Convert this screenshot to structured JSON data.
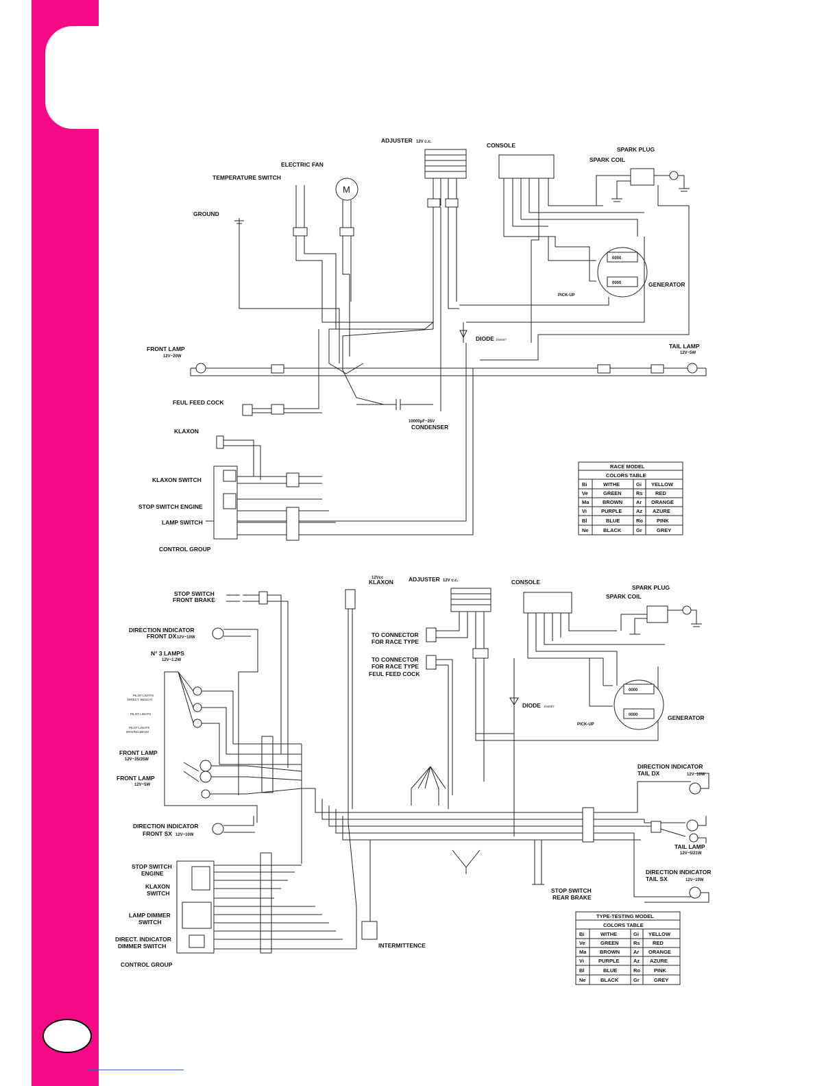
{
  "colors": {
    "band": "#f50a86",
    "ink": "#222222"
  },
  "top": {
    "adjuster": "ADJUSTER",
    "adjuster_spec": "12V c.c.",
    "console": "CONSOLE",
    "spark_plug": "SPARK PLUG",
    "spark_coil": "SPARK COIL",
    "electric_fan": "ELECTRIC FAN",
    "fan_symbol": "M",
    "temperature_switch": "TEMPERATURE SWITCH",
    "ground": "GROUND",
    "generator": "GENERATOR",
    "pickup": "PICK-UP",
    "diode": "DIODE",
    "diode_spec": "1N4007",
    "front_lamp": "FRONT LAMP",
    "front_lamp_spec": "12V~20W",
    "tail_lamp": "TAIL LAMP",
    "tail_lamp_spec": "12V~5W",
    "fuel_feed_cock": "FEUL FEED COCK",
    "condenser": "CONDENSER",
    "condenser_spec": "10000μF~25V",
    "klaxon": "KLAXON",
    "klaxon_switch": "KLAXON SWITCH",
    "stop_switch_engine": "STOP SWITCH ENGINE",
    "lamp_switch": "LAMP SWITCH",
    "control_group": "CONTROL GROUP"
  },
  "bottom": {
    "stop_switch_front_brake_1": "STOP SWITCH",
    "stop_switch_front_brake_2": "FRONT BRAKE",
    "klaxon_spec": "12Vcc",
    "klaxon": "KLAXON",
    "adjuster": "ADJUSTER",
    "adjuster_spec": "12V c.c.",
    "console": "CONSOLE",
    "spark_plug": "SPARK PLUG",
    "spark_coil": "SPARK COIL",
    "dir_front_dx_1": "DIRECTION INDICATOR",
    "dir_front_dx_2": "FRONT DX",
    "dir_front_dx_spec": "12V~10W",
    "to_connector_1": "TO CONNECTOR",
    "to_connector_2": "FOR RACE TYPE",
    "to_connector_b1": "TO CONNECTOR",
    "to_connector_b2": "FOR RACE TYPE",
    "to_connector_b3": "FEUL FEED COCK",
    "n3_lamps": "N° 3 LAMPS",
    "n3_lamps_spec": "12V~1.2W",
    "pilot_dir_1": "PILOT LIGHTS",
    "pilot_dir_2": "DIRECT. INDICAT.",
    "pilot": "PILOT LIGHTS",
    "pilot_drv_1": "PILOT LIGHTS",
    "pilot_drv_2": "DRIVING BEAM",
    "diode": "DIODE",
    "diode_spec": "1N4007",
    "pickup": "PICK-UP",
    "generator": "GENERATOR",
    "front_lamp_a": "FRONT LAMP",
    "front_lamp_a_spec": "12V~35/35W",
    "front_lamp_b": "FRONT LAMP",
    "front_lamp_b_spec": "12V~5W",
    "dir_tail_dx_1": "DIRECTION INDICATOR",
    "dir_tail_dx_2": "TAIL DX",
    "dir_tail_dx_spec": "12V~10W",
    "tail_lamp": "TAIL LAMP",
    "tail_lamp_spec": "12V~5/21W",
    "dir_front_sx_1": "DIRECTION INDICATOR",
    "dir_front_sx_2": "FRONT SX",
    "dir_front_sx_spec": "12V~10W",
    "dir_tail_sx_1": "DIRECTION INDICATOR",
    "dir_tail_sx_2": "TAIL SX",
    "dir_tail_sx_spec": "12V~10W",
    "stop_switch_engine_1": "STOP SWITCH",
    "stop_switch_engine_2": "ENGINE",
    "klaxon_switch_1": "KLAXON",
    "klaxon_switch_2": "SWITCH",
    "lamp_dimmer_1": "LAMP DIMMER",
    "lamp_dimmer_2": "SWITCH",
    "dir_dimmer_1": "DIRECT. INDICATOR",
    "dir_dimmer_2": "DIMMER SWITCH",
    "control_group": "CONTROL GROUP",
    "stop_rear_1": "STOP SWITCH",
    "stop_rear_2": "REAR BRAKE",
    "intermittence": "INTERMITTENCE"
  },
  "race_table": {
    "title": "RACE MODEL",
    "subtitle": "COLORS TABLE",
    "rows": [
      [
        "Bi",
        "WITHE",
        "Gi",
        "YELLOW"
      ],
      [
        "Ve",
        "GREEN",
        "Rs",
        "RED"
      ],
      [
        "Ma",
        "BROWN",
        "Ar",
        "ORANGE"
      ],
      [
        "Vi",
        "PURPLE",
        "Az",
        "AZURE"
      ],
      [
        "Bl",
        "BLUE",
        "Ro",
        "PINK"
      ],
      [
        "Ne",
        "BLACK",
        "Gr",
        "GREY"
      ]
    ]
  },
  "testing_table": {
    "title": "TYPE-TESTING MODEL",
    "subtitle": "COLORS TABLE",
    "rows": [
      [
        "Bi",
        "WITHE",
        "Gi",
        "YELLOW"
      ],
      [
        "Ve",
        "GREEN",
        "Rs",
        "RED"
      ],
      [
        "Ma",
        "BROWN",
        "Ar",
        "ORANGE"
      ],
      [
        "Vi",
        "PURPLE",
        "Az",
        "AZURE"
      ],
      [
        "Bl",
        "BLUE",
        "Ro",
        "PINK"
      ],
      [
        "Ne",
        "BLACK",
        "Gr",
        "GREY"
      ]
    ]
  }
}
